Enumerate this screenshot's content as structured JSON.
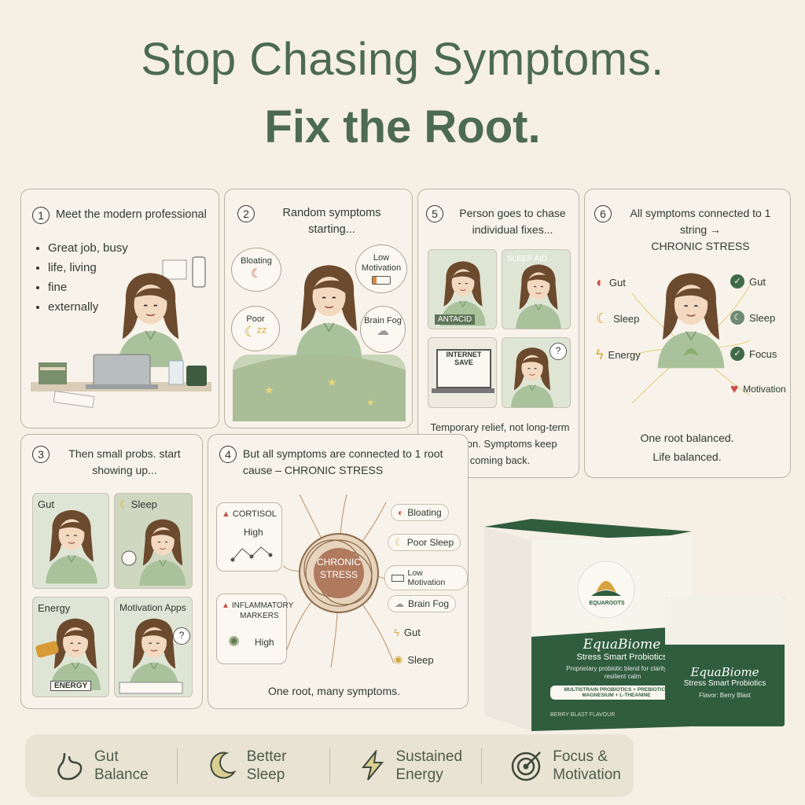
{
  "headline": {
    "line1": "Stop Chasing Symptoms.",
    "line2": "Fix the Root."
  },
  "panels": {
    "p1": {
      "num": "1",
      "title": "Meet the modern professional",
      "bullets": [
        "Great job, busy",
        "life, living",
        "fine",
        "externally"
      ]
    },
    "p2": {
      "num": "2",
      "title": "Random symptoms starting...",
      "bubbles": {
        "bloating": "Bloating",
        "low_motivation": "Low Motivation",
        "poor": "Poor",
        "brain_fog": "Brain Fog"
      }
    },
    "p5": {
      "num": "5",
      "title": "Person goes to chase individual fixes...",
      "tiles": {
        "sleep_aid": "SLEEP AID",
        "antacid": "ANTACID",
        "internet": "INTERNET SAVE"
      },
      "caption": "Temporary relief, not long-term solution. Symptoms keep coming back."
    },
    "p6": {
      "num": "6",
      "title": "All symptoms connected to 1 string →",
      "title_bold": "CHRONIC STRESS",
      "left": [
        "Gut",
        "Sleep",
        "Energy"
      ],
      "right": [
        "Gut",
        "Sleep",
        "Focus",
        "Motivation"
      ],
      "caption": "One root balanced. Life balanced."
    },
    "p3": {
      "num": "3",
      "title": "Then small probs. start showing up...",
      "tiles": [
        "Gut",
        "Sleep",
        "Energy",
        "Motivation Apps"
      ],
      "energy_can": "ENERGY"
    },
    "p4": {
      "num": "4",
      "title": "But all symptoms are connected to 1 root cause – CHRONIC STRESS",
      "cortisol": {
        "label": "CORTISOL",
        "value": "High"
      },
      "inflammatory": {
        "label": "INFLAMMATORY MARKERS",
        "value": "High"
      },
      "center": "CHRONIC STRESS",
      "pills": [
        "Bloating",
        "Poor Sleep",
        "Low Motivation",
        "Brain Fog",
        "Gut",
        "Sleep"
      ],
      "caption": "One root, many symptoms."
    }
  },
  "product": {
    "brand": "EQUAROOTS",
    "name": "EquaBiome",
    "subtitle": "Stress Smart Probiotics",
    "desc": "Proprietary probiotic blend for clarity and resilient calm",
    "band": "MULTISTRAIN PROBIOTICS + PREBIOTICS MAGNESIUM + L-THEANINE",
    "flavour": "BERRY BLAST FLAVOUR",
    "sachet_name": "EquaBiome",
    "sachet_sub": "Stress Smart Probiotics",
    "sachet_flavor": "Flavor: Berry Blast"
  },
  "benefits": [
    {
      "line1": "Gut",
      "line2": "Balance",
      "icon": "stomach-icon"
    },
    {
      "line1": "Better",
      "line2": "Sleep",
      "icon": "moon-icon"
    },
    {
      "line1": "Sustained",
      "line2": "Energy",
      "icon": "lightning-icon"
    },
    {
      "line1": "Focus &",
      "line2": "Motivation",
      "icon": "target-icon"
    }
  ],
  "colors": {
    "green": "#4d6a52",
    "dark_green": "#2f5d3e",
    "cream": "#f5efe4",
    "shirt": "#a9c29b",
    "hair": "#6b4a2e"
  }
}
